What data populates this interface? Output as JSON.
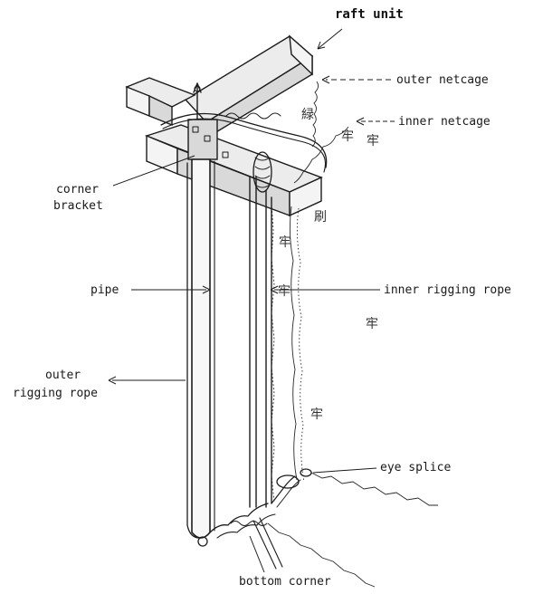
{
  "labels": {
    "raft_unit": "raft unit",
    "outer_netcage": "outer netcage",
    "inner_netcage": "inner netcage",
    "corner_bracket_1": "corner",
    "corner_bracket_2": "bracket",
    "pipe": "pipe",
    "inner_rigging_rope": "inner rigging rope",
    "outer_rigging_rope_1": "outer",
    "outer_rigging_rope_2": "rigging rope",
    "eye_splice": "eye splice",
    "bottom_corner": "bottom corner"
  },
  "marks": {
    "m1": "緑",
    "m2": "牢",
    "m3": "牢",
    "m4": "刷",
    "m5": "牢",
    "m6": "牢",
    "m7": "牢",
    "m8": "牢"
  }
}
